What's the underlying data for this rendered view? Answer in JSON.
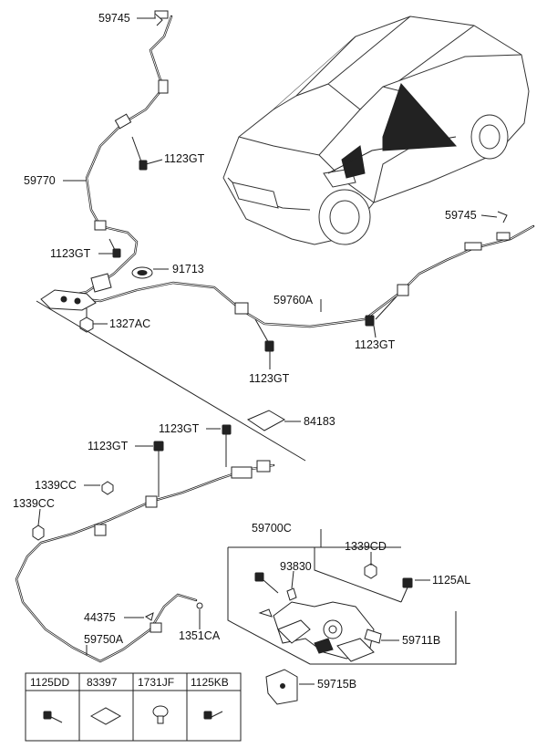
{
  "labels": {
    "p59745_top": "59745",
    "p1123gt_a": "1123GT",
    "p59770": "59770",
    "p59745_right": "59745",
    "p1123gt_b": "1123GT",
    "p91713": "91713",
    "p59760a": "59760A",
    "p1327ac": "1327AC",
    "p1123gt_c": "1123GT",
    "p1123gt_d": "1123GT",
    "p84183": "84183",
    "p1123gt_e": "1123GT",
    "p1123gt_f": "1123GT",
    "p1339cc_a": "1339CC",
    "p1339cc_b": "1339CC",
    "p59700c": "59700C",
    "p1339cd": "1339CD",
    "p93830": "93830",
    "p1125al": "1125AL",
    "p44375": "44375",
    "p1351ca": "1351CA",
    "p59711b": "59711B",
    "p59750a": "59750A",
    "p59715b": "59715B"
  },
  "legend": [
    "1125DD",
    "83397",
    "1731JF",
    "1125KB"
  ]
}
